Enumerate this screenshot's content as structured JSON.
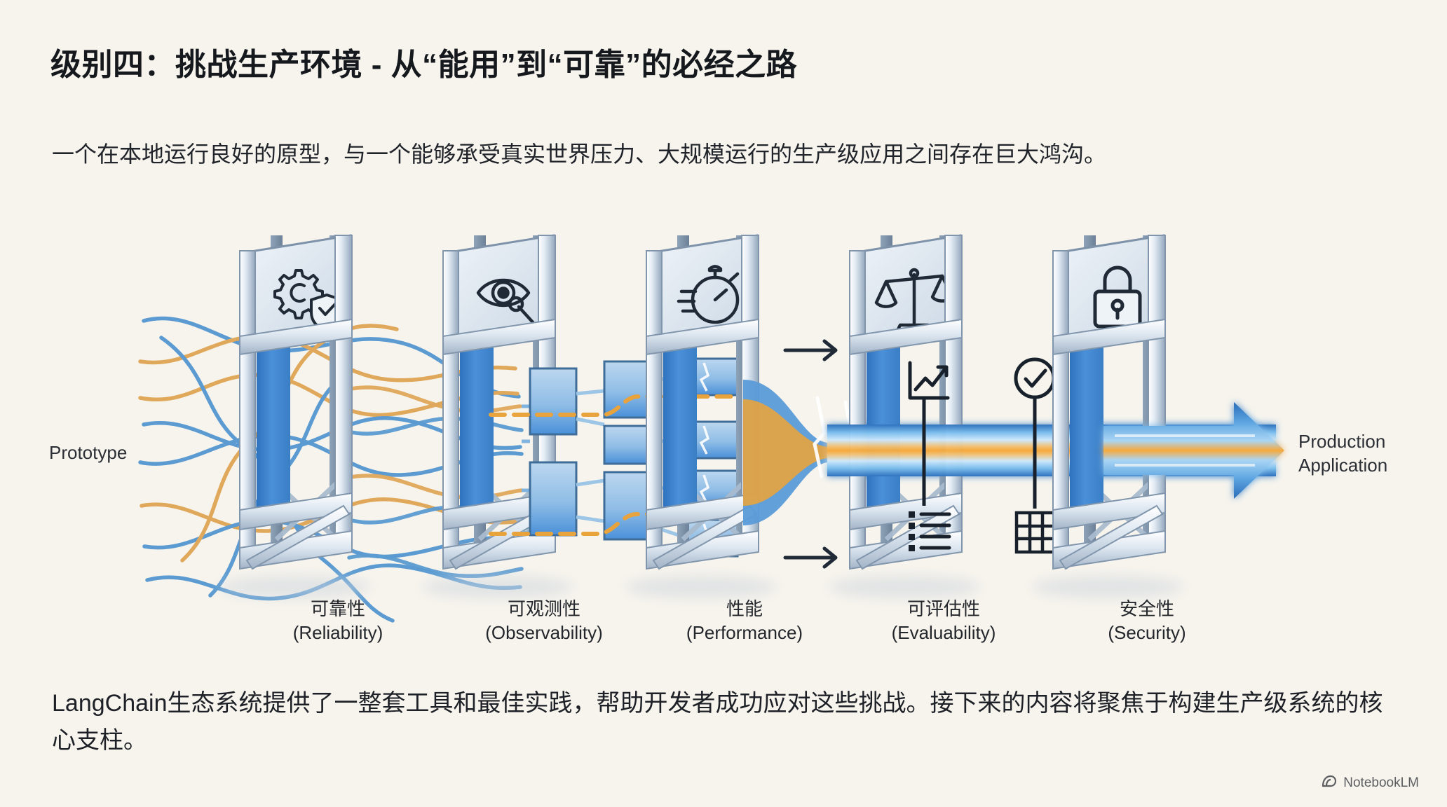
{
  "slide": {
    "background_color": "#f7f4ed",
    "title": "级别四：挑战生产环境 - 从“能用”到“可靠”的必经之路",
    "subtitle": "一个在本地运行良好的原型，与一个能够承受真实世界压力、大规模运行的生产级应用之间存在巨大鸿沟。",
    "footer": "LangChain生态系统提供了一整套工具和最佳实践，帮助开发者成功应对这些挑战。接下来的内容将聚焦于构建生产级系统的核心支柱。"
  },
  "diagram": {
    "left_label": "Prototype",
    "right_label_line1": "Production",
    "right_label_line2": "Application",
    "flow_colors": {
      "blue": "#4a90d9",
      "blue_dark": "#2f72bd",
      "orange": "#e8a33d",
      "steel": "#aebccd",
      "steel_dark": "#5d7governor"
    },
    "pillars": [
      {
        "id": "reliability",
        "cn": "可靠性",
        "en": "(Reliability)",
        "icon": "gear-shield-icon"
      },
      {
        "id": "observability",
        "cn": "可观测性",
        "en": "(Observability)",
        "icon": "eye-magnifier-icon"
      },
      {
        "id": "performance",
        "cn": "性能",
        "en": "(Performance)",
        "icon": "stopwatch-icon"
      },
      {
        "id": "evaluability",
        "cn": "可评估性",
        "en": "(Evaluability)",
        "icon": "balance-scales-icon"
      },
      {
        "id": "security",
        "cn": "安全性",
        "en": "(Security)",
        "icon": "padlock-icon"
      }
    ],
    "inline_icons": [
      {
        "id": "line-chart",
        "name": "line-chart-icon"
      },
      {
        "id": "bullet-list",
        "name": "bullet-list-icon"
      },
      {
        "id": "check-circle",
        "name": "check-circle-icon"
      },
      {
        "id": "grid-table",
        "name": "grid-table-icon"
      }
    ]
  },
  "watermark": {
    "label": "NotebookLM"
  }
}
